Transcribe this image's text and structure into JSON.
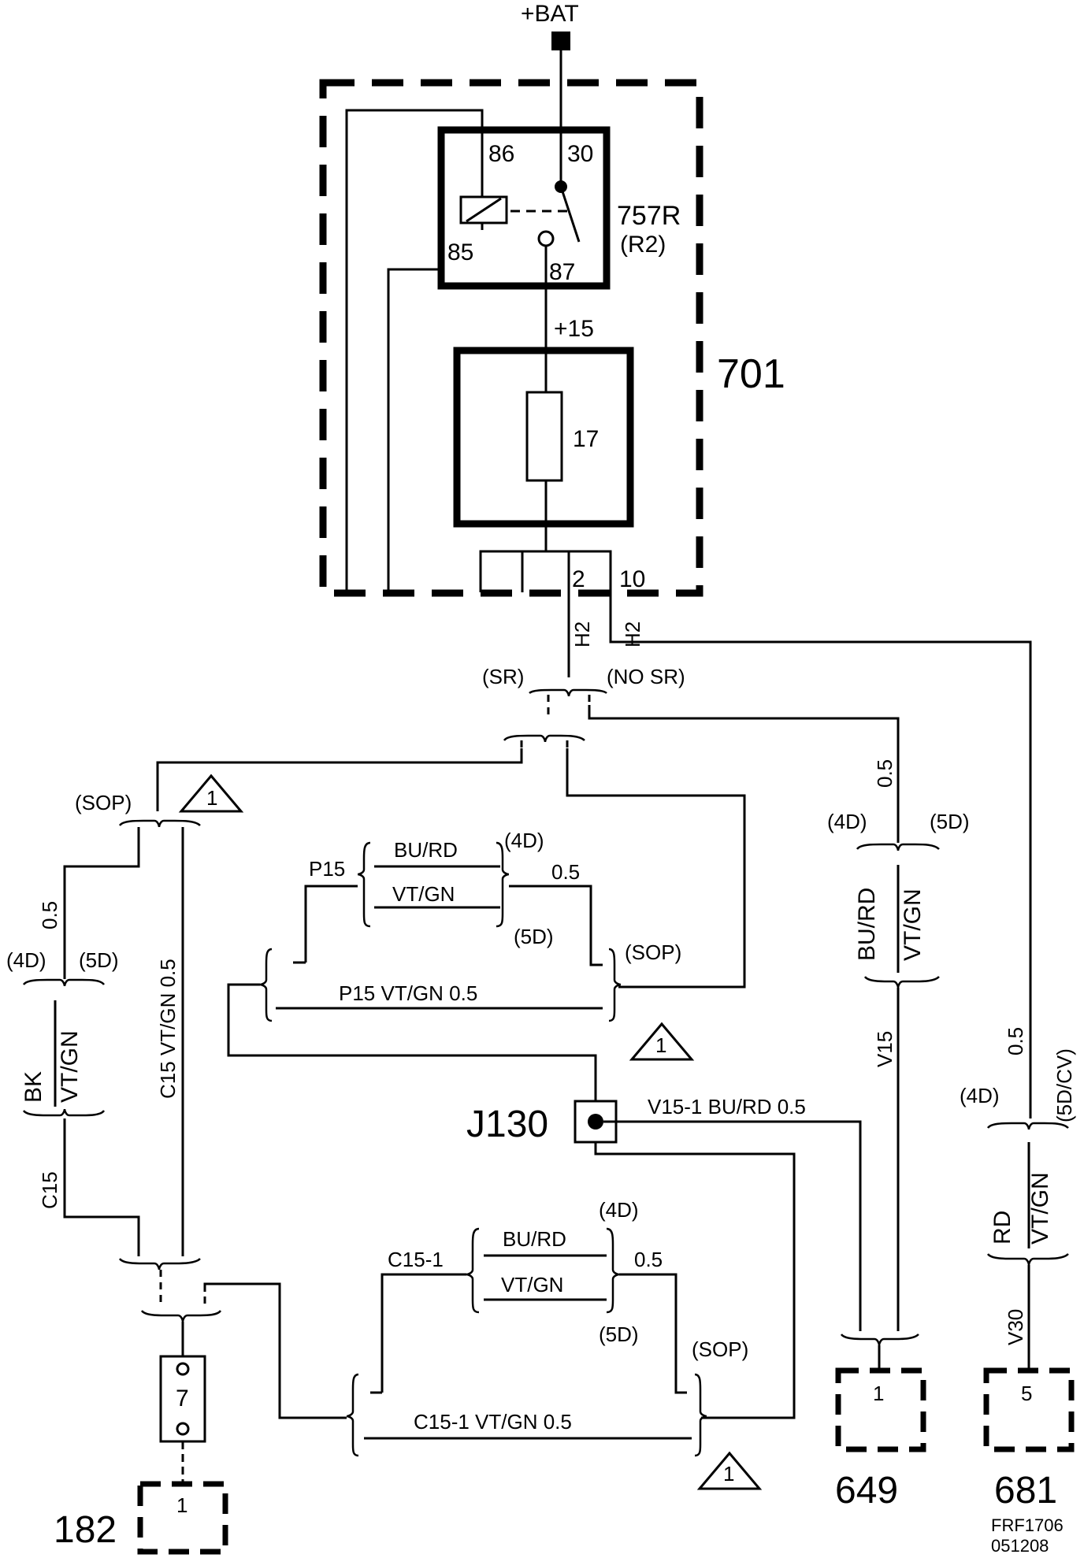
{
  "supply": {
    "label": "+BAT"
  },
  "fuse_box": {
    "id": "701"
  },
  "relay": {
    "id": "757R",
    "alt_id": "(R2)",
    "pins": {
      "p86": "86",
      "p30": "30",
      "p85": "85",
      "p87": "87"
    }
  },
  "fuse": {
    "rail": "+15",
    "id": "17"
  },
  "box_pins": {
    "pin2": "2",
    "pin10": "10",
    "conn_a": "H2",
    "conn_b": "H2"
  },
  "variants": {
    "sr": "(SR)",
    "no_sr": "(NO SR)",
    "sop": "(SOP)",
    "d4": "(4D)",
    "d5": "(5D)",
    "d5cv": "(5D/CV)"
  },
  "wires": {
    "size": "0.5",
    "p15": "P15",
    "bu_rd": "BU/RD",
    "vt_gn": "VT/GN",
    "bk": "BK",
    "rd": "RD",
    "p15_full": "P15   VT/GN   0.5",
    "c15": "C15",
    "c15_vtgn": "C15   VT/GN   0.5",
    "c15_1": "C15-1",
    "c15_1_full": "C15-1  VT/GN  0.5",
    "v15": "V15",
    "v15_1": "V15-1  BU/RD  0.5",
    "v30": "V30"
  },
  "note_number": "1",
  "splice": {
    "id": "J130"
  },
  "fuse7": {
    "id": "7"
  },
  "components": {
    "c182": {
      "id": "182",
      "pin": "1"
    },
    "c649": {
      "id": "649",
      "pin": "1"
    },
    "c681": {
      "id": "681",
      "pin": "5"
    }
  },
  "footer": {
    "ref": "FRF1706",
    "date": "051208"
  }
}
